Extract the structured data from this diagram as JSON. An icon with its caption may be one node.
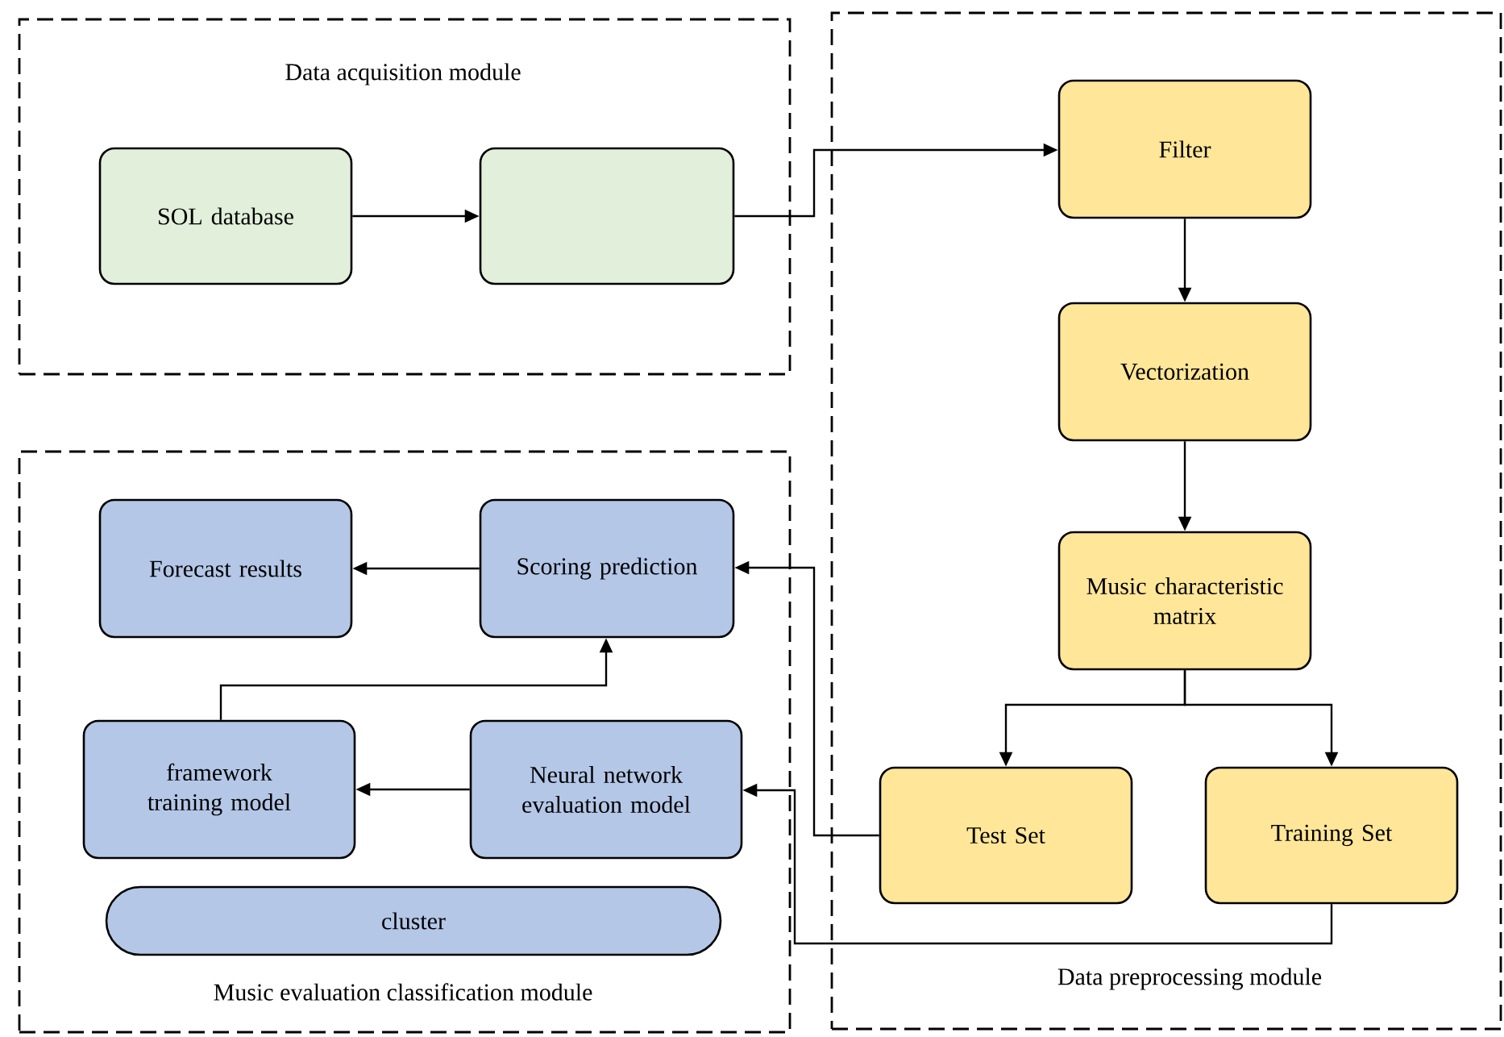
{
  "diagram": {
    "nodes": [
      {
        "text": [
          "Data acquisition module"
        ]
      },
      {
        "text": [
          "SOL database"
        ],
        "in": 0
      },
      {
        "text": [],
        "shape": "box",
        "in": 0
      },
      {
        "text": [
          "Data preprocessing module"
        ]
      },
      {
        "text": [
          "Filter"
        ],
        "in": 3
      },
      {
        "text": [
          "Vectorization"
        ],
        "in": 3
      },
      {
        "text": [
          "Music characteristic matrix"
        ],
        "in": 3
      },
      {
        "text": [
          "Test Set"
        ],
        "in": 3
      },
      {
        "text": [
          "Training Set"
        ],
        "in": 3
      },
      {
        "text": [
          "Music evaluation classification module"
        ]
      },
      {
        "text": [
          "Forecast results"
        ],
        "in": 9
      },
      {
        "text": [
          "Scoring prediction"
        ],
        "in": 9
      },
      {
        "text": [
          "framework training model"
        ],
        "in": 9
      },
      {
        "text": [
          "Neural network evaluation model"
        ],
        "in": 9
      },
      {
        "text": [
          "cluster"
        ],
        "in": 9
      }
    ],
    "edges": [
      {
        "from": 1,
        "to": 2,
        "arrow": "to"
      },
      {
        "from": 2,
        "to": 4,
        "arrow": "to"
      },
      {
        "from": 4,
        "to": 5,
        "arrow": "to"
      },
      {
        "from": 5,
        "to": 6,
        "arrow": "to"
      },
      {
        "from": 6,
        "to": 7,
        "arrow": "to"
      },
      {
        "from": 6,
        "to": 8,
        "arrow": "to"
      },
      {
        "from": 7,
        "to": 11,
        "arrow": "to"
      },
      {
        "from": 8,
        "to": 13,
        "arrow": "to"
      },
      {
        "from": 13,
        "to": 12,
        "arrow": "to"
      },
      {
        "from": 12,
        "to": 11,
        "arrow": "to"
      },
      {
        "from": 11,
        "to": 10,
        "arrow": "to"
      }
    ]
  }
}
